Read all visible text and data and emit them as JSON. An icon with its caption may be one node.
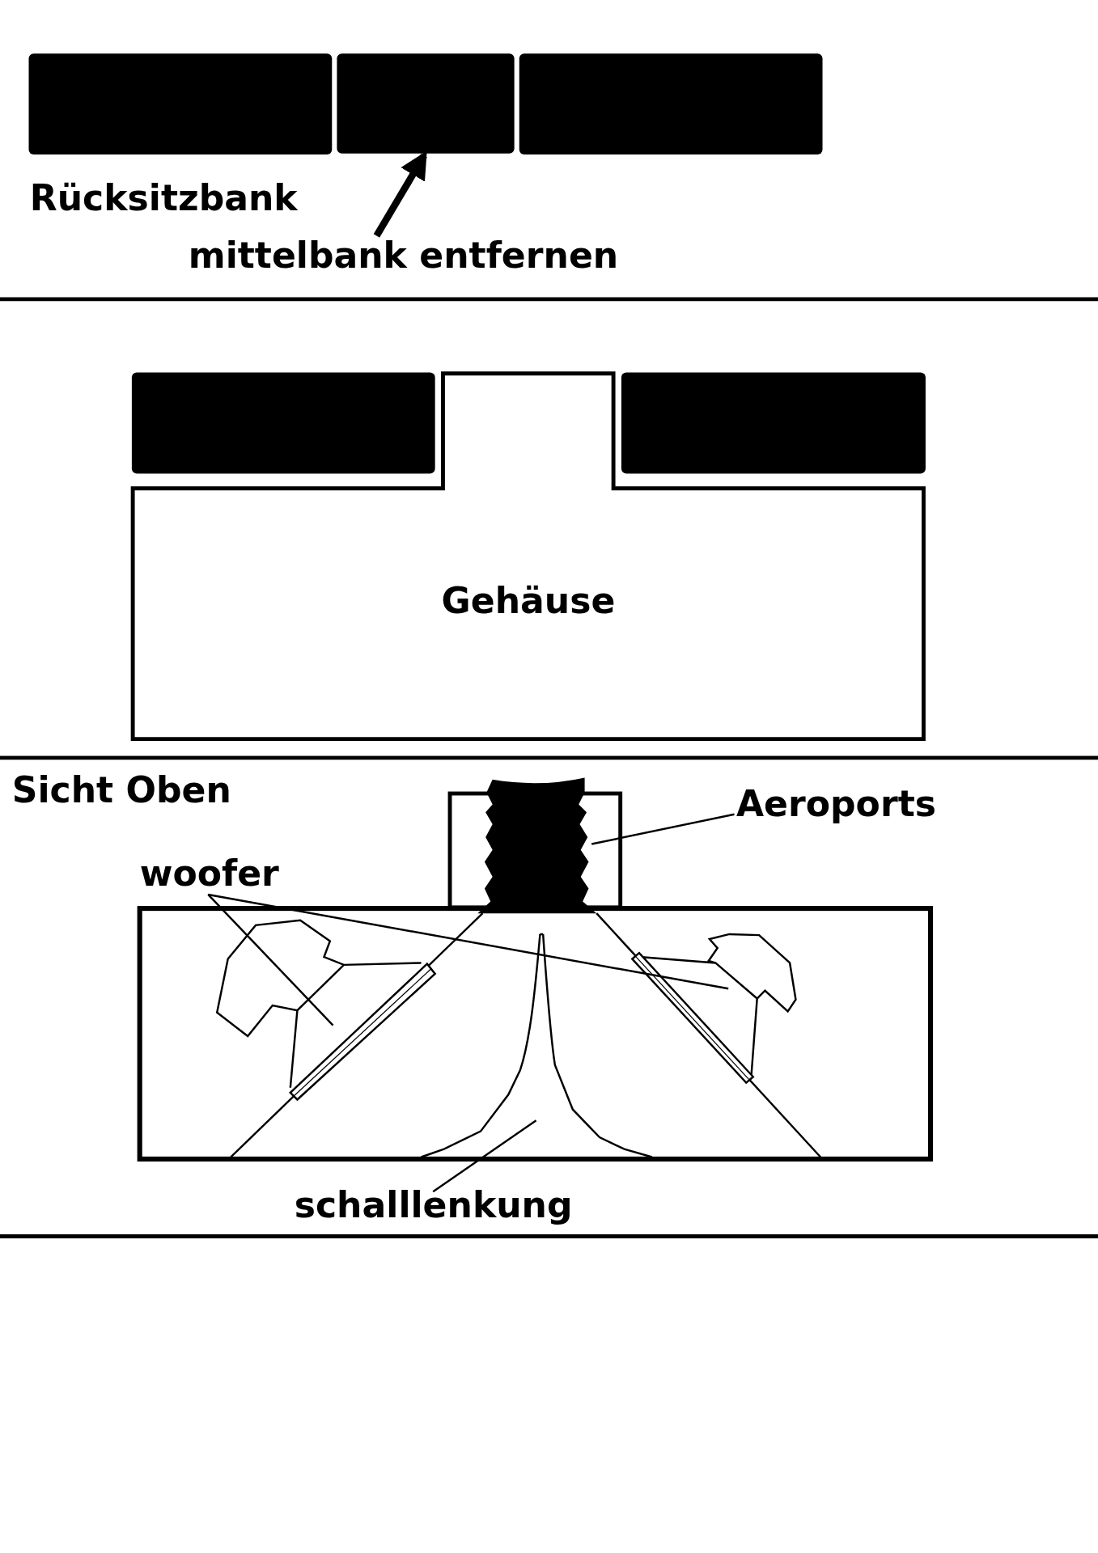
{
  "diagram": {
    "nodes": [
      {
        "text": [],
        "shape": "bar"
      },
      {
        "text": [],
        "shape": "bar"
      },
      {
        "text": [],
        "shape": "bar"
      },
      {
        "text": [
          "mittelbank entfernen"
        ]
      },
      {
        "text": [],
        "shape": "bar"
      },
      {
        "text": [],
        "shape": "bar"
      },
      {
        "text": [
          "Gehäuse"
        ]
      },
      {
        "text": [
          "Aeroports"
        ]
      },
      {
        "text": [],
        "shape": "box"
      },
      {
        "text": [
          "woofer"
        ]
      },
      {
        "text": [],
        "shape": "picture"
      },
      {
        "text": [],
        "shape": "picture"
      },
      {
        "text": [
          "schalllenkung"
        ]
      },
      {
        "text": [],
        "shape": "picture"
      }
    ],
    "edges": [
      {
        "from": 3,
        "to": 1,
        "arrow": "to",
        "style": "thick"
      },
      {
        "from": 7,
        "to": 8,
        "arrow": "none"
      },
      {
        "from": 9,
        "to": 10,
        "arrow": "none"
      },
      {
        "from": 9,
        "to": 11,
        "arrow": "none"
      },
      {
        "from": 12,
        "to": 13,
        "arrow": "none"
      }
    ],
    "labels": [
      "Rücksitzbank",
      "Sicht Oben"
    ]
  }
}
